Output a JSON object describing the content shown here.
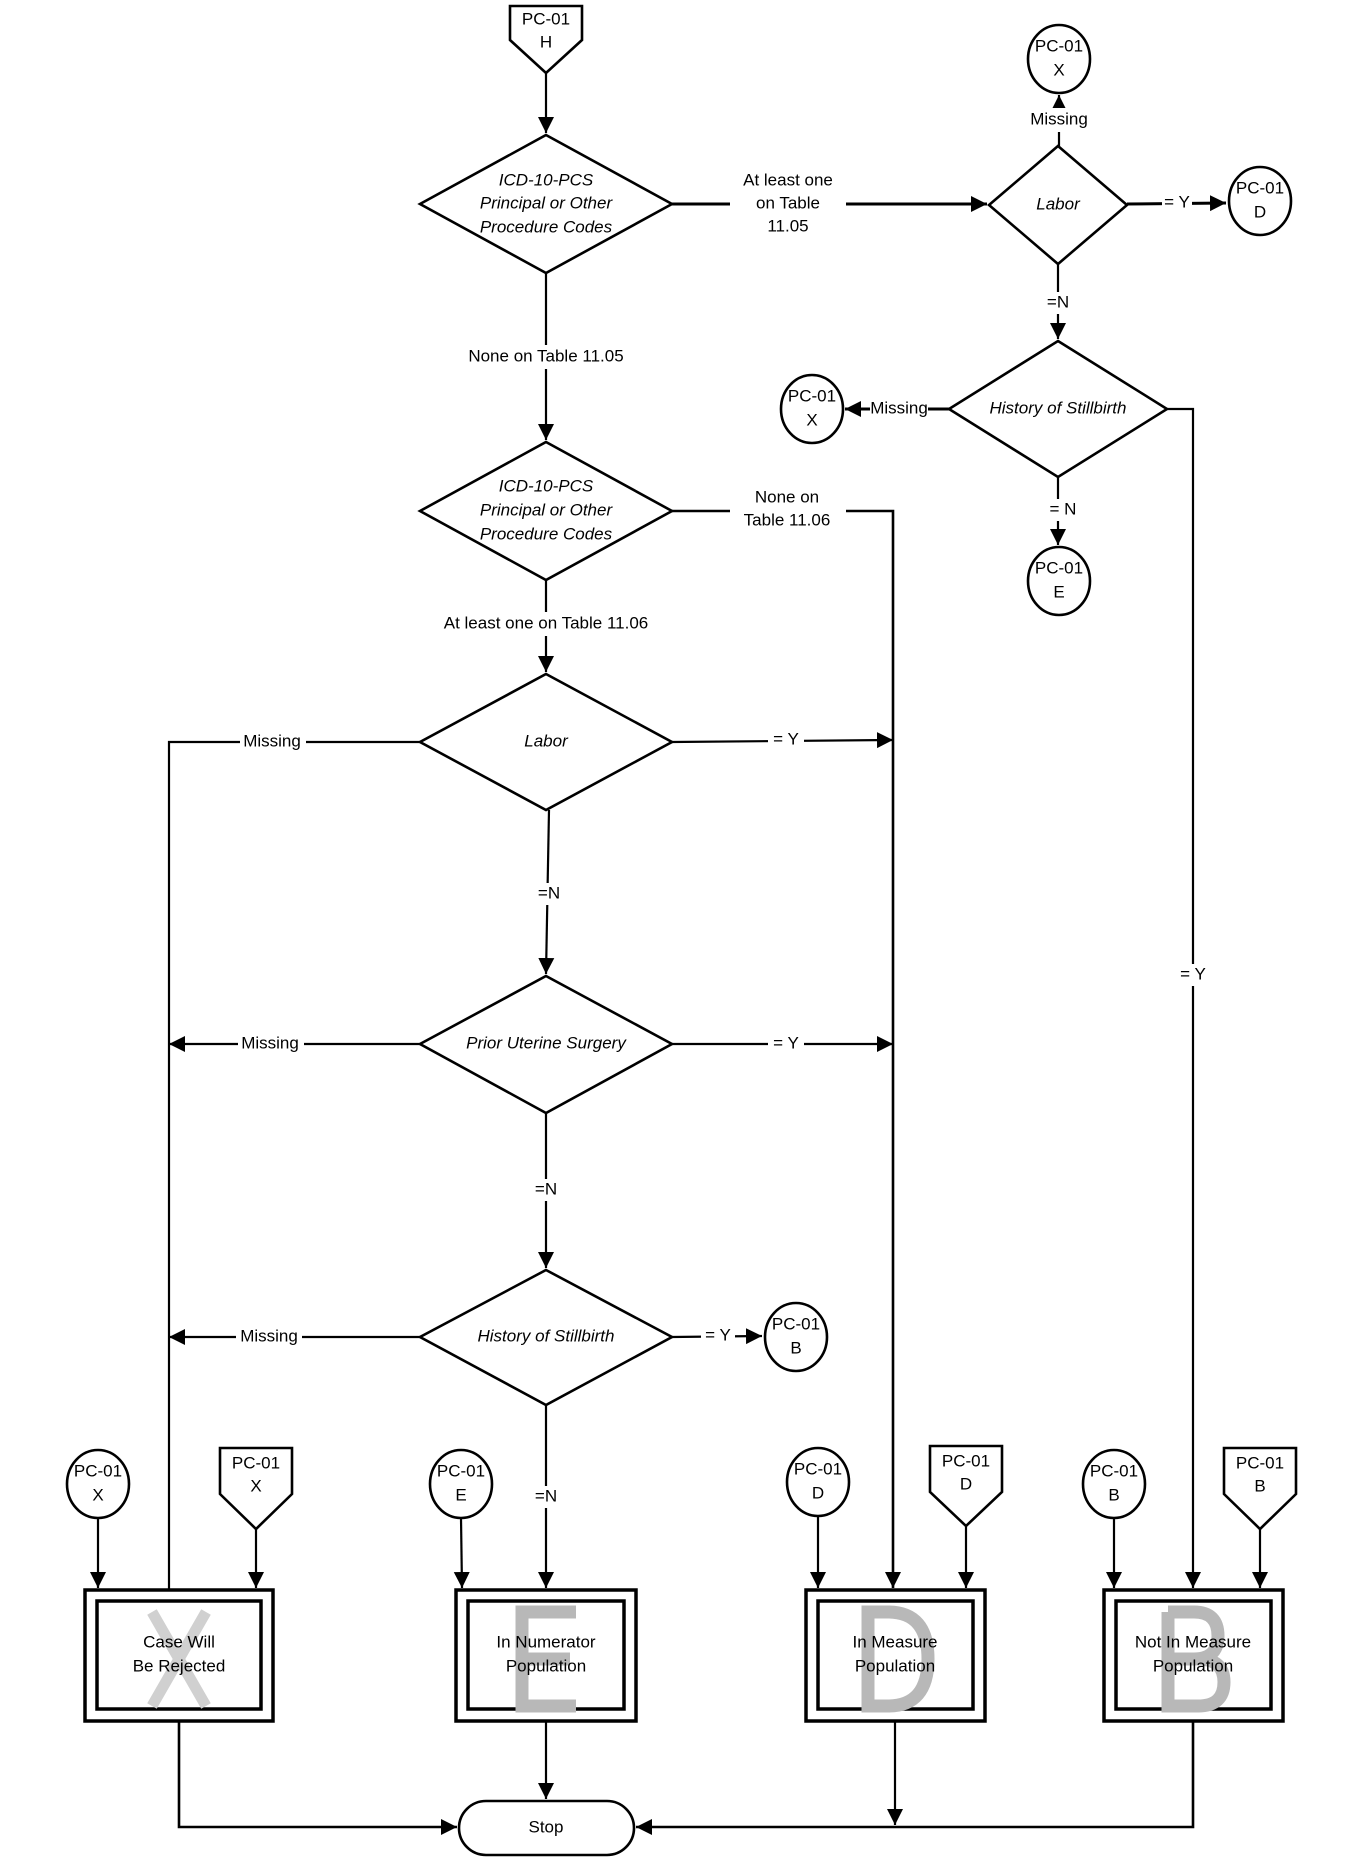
{
  "connector_prefix": "PC-01",
  "start_connector": {
    "code": "PC-01",
    "letter": "H"
  },
  "decisions": {
    "codes_1105": [
      "ICD-10-PCS",
      "Principal or Other",
      "Procedure Codes"
    ],
    "codes_1106": [
      "ICD-10-PCS",
      "Principal or Other",
      "Procedure Codes"
    ],
    "labor_right": "Labor",
    "stillbirth_right": "History of Stillbirth",
    "labor_main": "Labor",
    "prior_uterine": "Prior Uterine Surgery",
    "stillbirth_main": "History of Stillbirth"
  },
  "edge_labels": {
    "atleast_1105": [
      "At least one",
      "on Table",
      "11.05"
    ],
    "none_1105": "None on Table 11.05",
    "none_1106": [
      "None on",
      "Table 11.06"
    ],
    "atleast_1106": "At least one on Table 11.06",
    "labor_right_missing": "Missing",
    "labor_right_y": "= Y",
    "labor_right_n": "=N",
    "stillbirth_right_missing": "Missing",
    "stillbirth_right_n": "= N",
    "stillbirth_right_y": "= Y",
    "labor_main_missing": "Missing",
    "labor_main_y": "= Y",
    "labor_main_n": "=N",
    "prior_missing": "Missing",
    "prior_y": "= Y",
    "prior_n": "=N",
    "stillbirth_main_missing": "Missing",
    "stillbirth_main_y": "= Y",
    "stillbirth_main_n": "=N"
  },
  "connectors": {
    "right_top_x": "X",
    "right_d": "D",
    "right_x": "X",
    "right_e": "E",
    "main_b": "B",
    "box_x_circle": "X",
    "box_x_offpage": "X",
    "box_e_circle": "E",
    "box_d_circle": "D",
    "box_d_offpage": "D",
    "box_b_circle": "B",
    "box_b_offpage": "B"
  },
  "outcomes": [
    {
      "letter": "X",
      "lines": [
        "Case Will",
        "Be Rejected"
      ]
    },
    {
      "letter": "E",
      "lines": [
        "In Numerator",
        "Population"
      ]
    },
    {
      "letter": "D",
      "lines": [
        "In Measure",
        "Population"
      ]
    },
    {
      "letter": "B",
      "lines": [
        "Not In Measure",
        "Population"
      ]
    }
  ],
  "terminal": "Stop"
}
